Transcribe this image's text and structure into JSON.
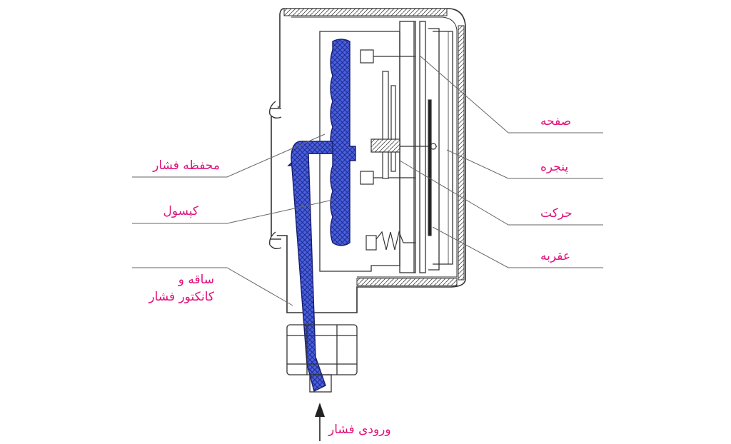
{
  "labels": {
    "dial": "صفحه",
    "window": "پنجره",
    "movement": "حرکت",
    "pointer": "عقربه",
    "pressure_chamber": "محفظه فشار",
    "capsule": "کپسول",
    "stem_line1": "ساقه و",
    "stem_line2": "کانکتور فشار",
    "pressure_inlet": "ورودی فشار"
  },
  "colors": {
    "label": "#e0127a",
    "capsule_fill": "#3a4fd0",
    "outline": "#333333",
    "leader": "#555555"
  }
}
